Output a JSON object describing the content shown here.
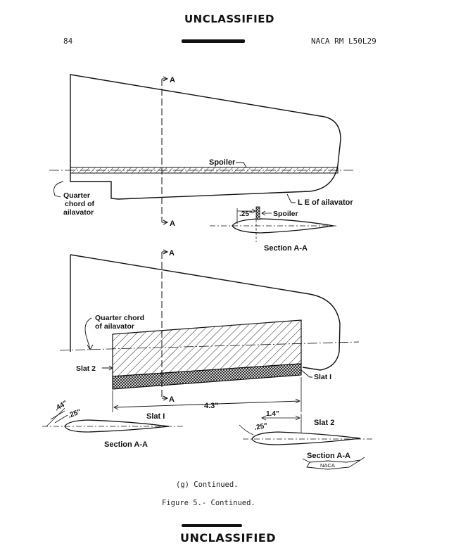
{
  "header": {
    "classification_top": "UNCLASSIFIED",
    "page_number": "84",
    "report_id": "NACA RM L50L29"
  },
  "figure_top": {
    "section_mark": "A",
    "spoiler_label": "Spoiler",
    "quarter_chord_label": [
      "Quarter",
      "chord of",
      "ailavator"
    ],
    "le_label": "L E of ailavator",
    "dim_25": ".25\"",
    "section_spoiler_label": "Spoiler",
    "section_caption": "Section A-A"
  },
  "figure_bottom": {
    "section_mark": "A",
    "quarter_chord_label": [
      "Quarter chord",
      "of ailavator"
    ],
    "slat2_label": "Slat 2",
    "slat1_label": "Slat I",
    "span_dim": "4.3\"",
    "left_section": {
      "dim_44": ".44\"",
      "dim_25": ".25\"",
      "slat_label": "Slat I",
      "caption": "Section A-A"
    },
    "right_section": {
      "dim_14": "1.4\"",
      "dim_25": ".25\"",
      "slat_label": "Slat 2",
      "caption": "Section A-A",
      "logo_text": "NACA"
    }
  },
  "caption": {
    "sub": "(g) Continued.",
    "figure": "Figure 5.- Continued."
  },
  "footer": {
    "classification_bottom": "UNCLASSIFIED"
  }
}
